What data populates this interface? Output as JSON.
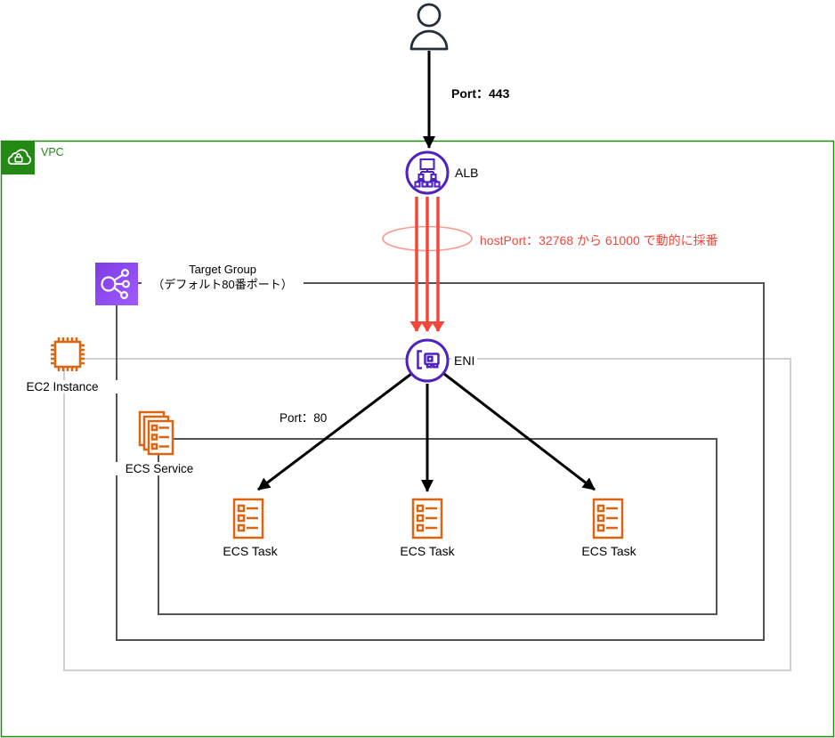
{
  "diagram": {
    "vpc": {
      "label": "VPC"
    },
    "user_flow": {
      "port_label": "Port：443"
    },
    "alb": {
      "label": "ALB"
    },
    "hostport_note": {
      "text": "hostPort：32768 から 61000 で動的に採番"
    },
    "target_group": {
      "label_line1": "Target Group",
      "label_line2": "（デフォルト80番ポート）"
    },
    "ec2": {
      "label": "EC2 Instance"
    },
    "eni": {
      "label": "ENI"
    },
    "eni_flow": {
      "port_label": "Port：80"
    },
    "ecs_service": {
      "label": "ECS Service"
    },
    "ecs_tasks": [
      {
        "label": "ECS Task"
      },
      {
        "label": "ECS Task"
      },
      {
        "label": "ECS Task"
      }
    ],
    "colors": {
      "vpc_green": "#248814",
      "aws_orange": "#DC6511",
      "aws_purple": "#4F23C0",
      "tg_purple_start": "#7E3BE3",
      "tg_purple_end": "#A05CFF",
      "red_accent": "#F2473A",
      "red_light": "#F59C92",
      "box_dark": "#545454",
      "box_light": "#CFCFCF",
      "user_navy": "#232F3E"
    }
  }
}
